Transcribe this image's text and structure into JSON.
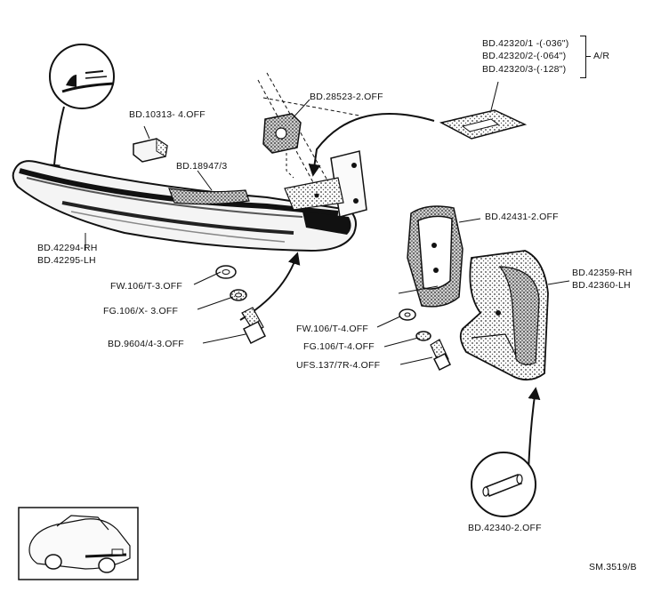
{
  "labels": {
    "shim_1": "BD.42320/1 -(·036\")",
    "shim_2": "BD.42320/2-(·064\")",
    "shim_3": "BD.42320/3-(·128\")",
    "shim_suffix": "A/R",
    "clip": "BD.28523-2.OFF",
    "pad": "BD.10313- 4.OFF",
    "seal": "BD.18947/3",
    "bumper_rh": "BD.42294-RH",
    "bumper_lh": "BD.42295-LH",
    "fw_left": "FW.106/T-3.OFF",
    "fg_left": "FG.106/X- 3.OFF",
    "bolt_left": "BD.9604/4-3.OFF",
    "rubber_block": "BD.42431-2.OFF",
    "bracket_rh": "BD.42359-RH",
    "bracket_lh": "BD.42360-LH",
    "fw_right": "FW.106/T-4.OFF",
    "fg_right": "FG.106/T-4.OFF",
    "ufs_right": "UFS.137/7R-4.OFF",
    "pin": "BD.42340-2.OFF",
    "ref": "SM.3519/B"
  },
  "icons": [
    "magnifier-detail-icon",
    "car-thumbnail-icon"
  ]
}
